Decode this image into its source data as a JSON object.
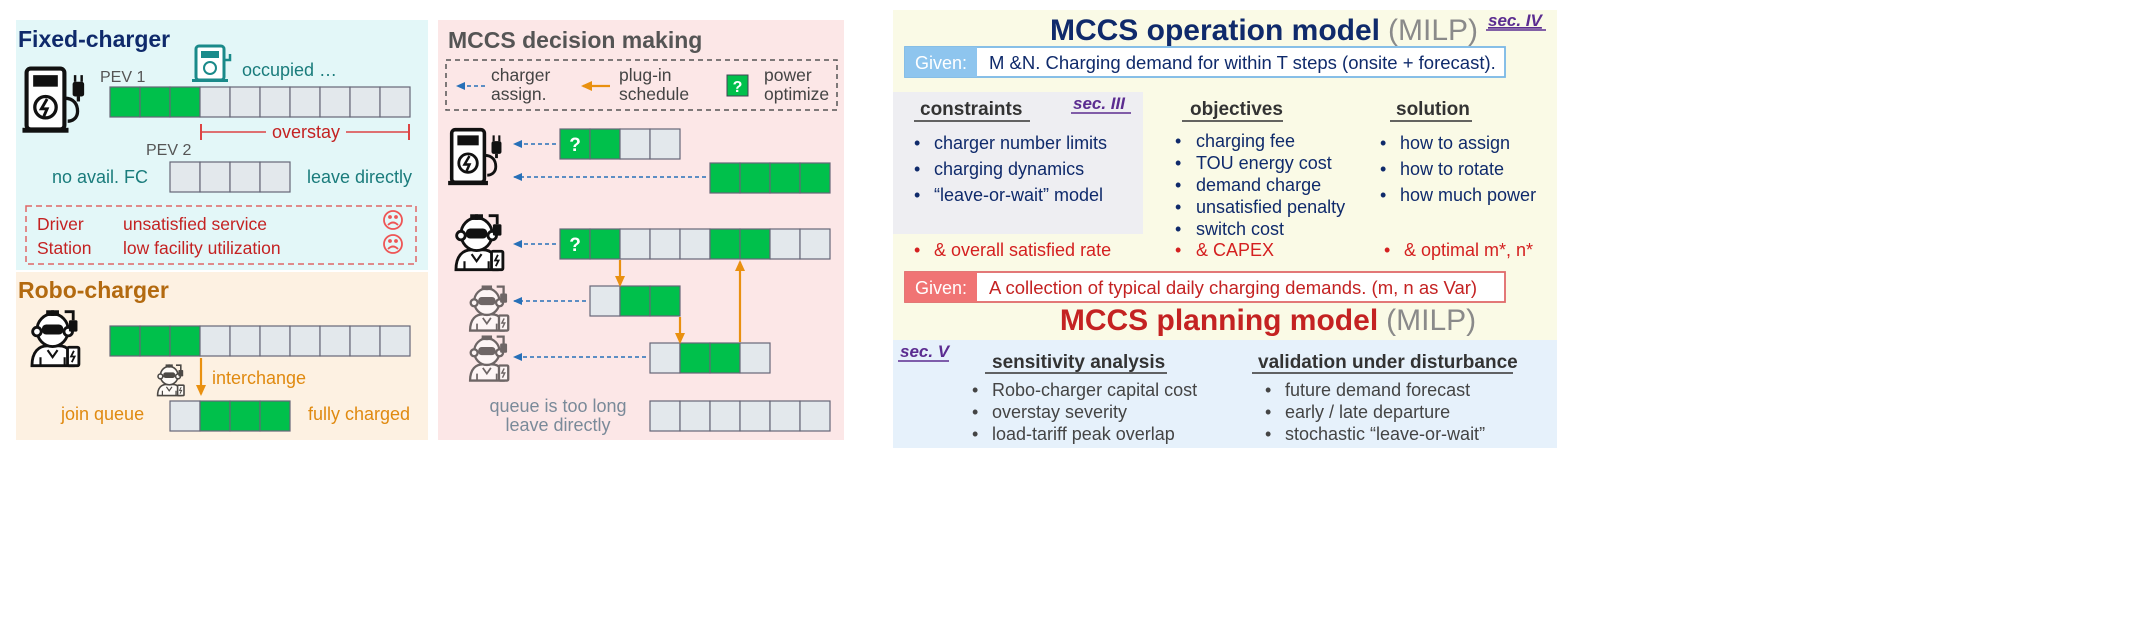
{
  "colors": {
    "green": "#00c04b",
    "grey_cell": "#e3e8ec",
    "cell_border": "#667",
    "navy": "#0f2a6b",
    "teal": "#1a7c7c",
    "red": "#d42020",
    "orange": "#e9900f",
    "blue_arrow": "#2770b8",
    "purple": "#5b2c90"
  },
  "fixed": {
    "title": "Fixed-charger",
    "pev1": "PEV 1",
    "occupied": "occupied …",
    "overstay": "overstay",
    "pev2": "PEV 2",
    "no_avail": "no avail. FC",
    "leave_directly": "leave directly",
    "driver": "Driver",
    "driver_issue": "unsatisfied service",
    "station": "Station",
    "station_issue": "low facility utilization",
    "sad_icon": "sad-face-icon"
  },
  "robo": {
    "title": "Robo-charger",
    "interchange": "interchange",
    "join_queue": "join queue",
    "fully_charged": "fully charged"
  },
  "decision": {
    "title": "MCCS decision making",
    "legend_charger_1": "charger",
    "legend_charger_2": "assign.",
    "legend_plugin_1": "plug-in",
    "legend_plugin_2": "schedule",
    "legend_power_1": "power",
    "legend_power_2": "optimize",
    "q": "?",
    "queue_1": "queue is too long",
    "queue_2": "leave directly"
  },
  "operation": {
    "title": "MCCS operation model",
    "milp": "(MILP)",
    "sec": "sec. IV",
    "given_label": "Given:",
    "given_text": "M &N.  Charging demand for within T steps (onsite + forecast)."
  },
  "constraints": {
    "title": "constraints",
    "sec": "sec. III",
    "items": [
      "charger number limits",
      "charging dynamics",
      "“leave-or-wait” model"
    ],
    "extra": "& overall satisfied rate"
  },
  "objectives": {
    "title": "objectives",
    "items": [
      "charging fee",
      "TOU energy cost",
      "demand charge",
      "unsatisfied penalty",
      "switch cost"
    ],
    "extra": "& CAPEX"
  },
  "solution": {
    "title": "solution",
    "items": [
      "how to assign",
      "how to rotate",
      "how much power"
    ],
    "extra": "& optimal m*, n*"
  },
  "planning": {
    "given_label": "Given:",
    "given_text": "A collection of typical daily charging demands. (m, n as Var)",
    "title": "MCCS planning model",
    "milp": "(MILP)"
  },
  "sensitivity": {
    "sec": "sec. V",
    "title": "sensitivity analysis",
    "items": [
      "Robo-charger capital cost",
      "overstay severity",
      "load-tariff peak overlap"
    ]
  },
  "validation": {
    "title": "validation under disturbance",
    "items": [
      "future demand forecast",
      "early / late departure",
      "stochastic “leave-or-wait”"
    ]
  }
}
